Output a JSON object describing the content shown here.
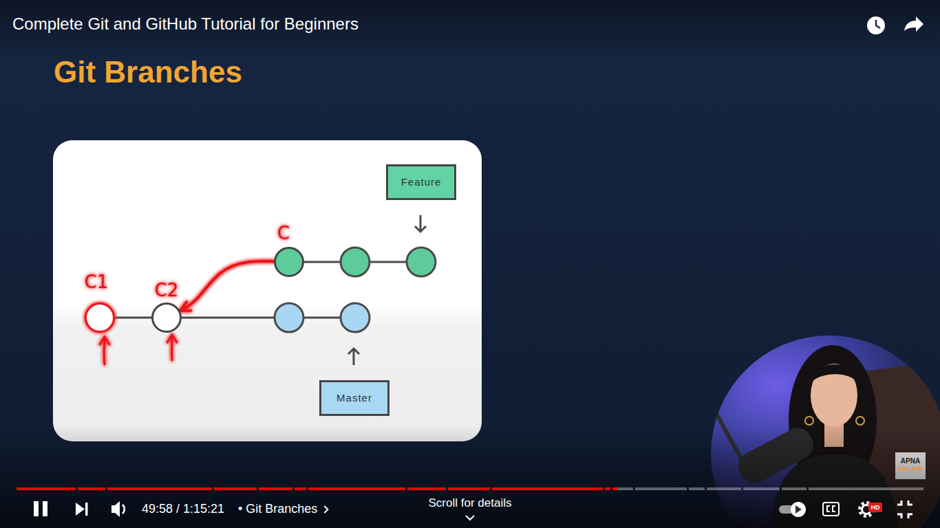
{
  "diagram": {
    "title": "Git Branches",
    "nodes": [
      {
        "text": [
          "Feature"
        ]
      },
      {
        "text": [
          "C"
        ]
      },
      {
        "text": [
          "C1"
        ]
      },
      {
        "text": [
          "C2"
        ]
      },
      {
        "text": [
          "Master"
        ]
      }
    ],
    "edges": [
      {
        "from": 2,
        "to": 3,
        "arrow": "none"
      },
      {
        "from": 1,
        "to": 3,
        "arrow": "to"
      }
    ],
    "labels": [
      "Complete Git and GitHub Tutorial for Beginners",
      "49:58 / 1:15:21",
      "• Git Branches",
      "Scroll for details",
      "HD",
      "APNA",
      "COLLEGE"
    ]
  }
}
